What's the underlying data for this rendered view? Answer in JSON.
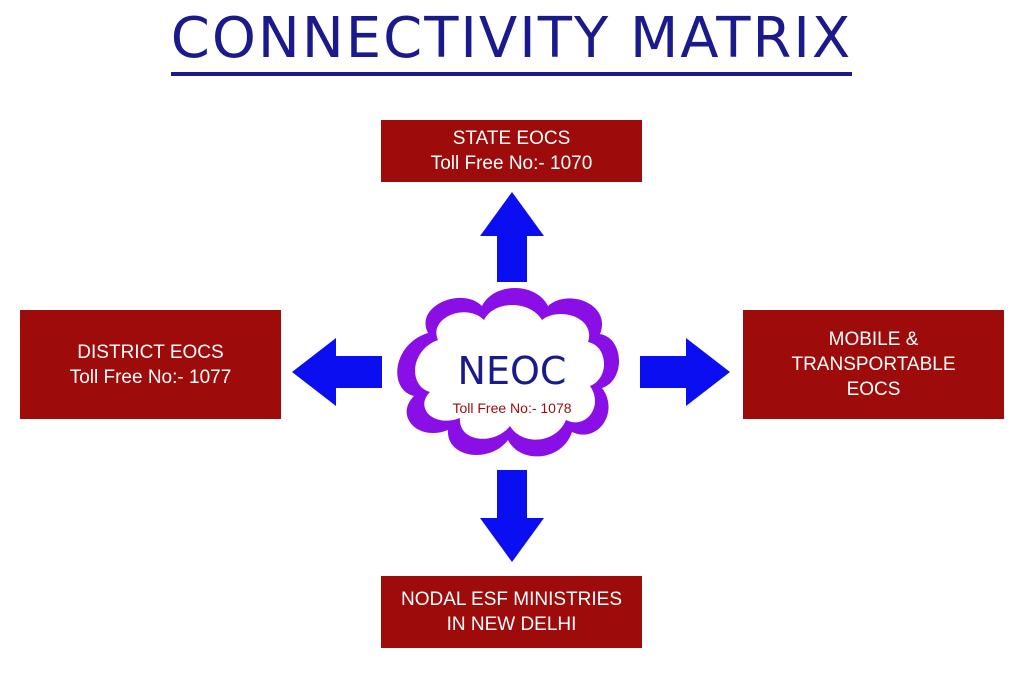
{
  "title": "CONNECTIVITY MATRIX",
  "center": {
    "name": "NEOC",
    "toll_free": "Toll Free No:- 1078"
  },
  "nodes": {
    "state": {
      "line1": "STATE EOCS",
      "line2": "Toll Free No:- 1070"
    },
    "district": {
      "line1": "DISTRICT EOCS",
      "line2": "Toll Free No:- 1077"
    },
    "mobile": {
      "line1": "MOBILE &",
      "line2": "TRANSPORTABLE",
      "line3": "EOCS"
    },
    "nodal": {
      "line1": "NODAL ESF MINISTRIES",
      "line2": "IN NEW DELHI"
    }
  },
  "colors": {
    "title": "#1a1a8c",
    "box_fill": "#9e0b0b",
    "box_text": "#ffffff",
    "arrow": "#0a0ef0",
    "cloud_outline": "#8a0fe6",
    "neoc_text": "#1a1a8c",
    "neoc_toll_text": "#9e0b0b"
  }
}
